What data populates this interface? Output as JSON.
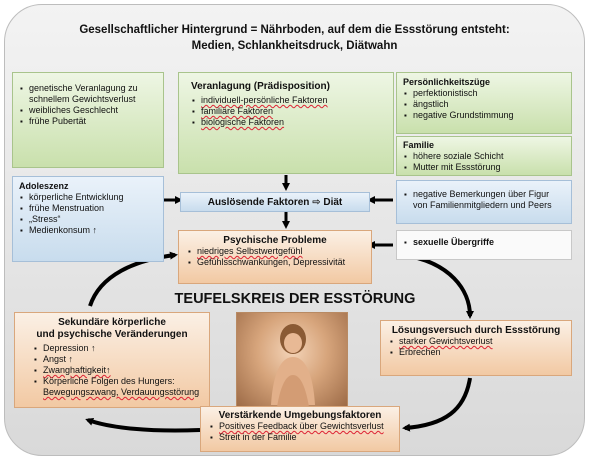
{
  "header": {
    "line1": "Gesellschaftlicher Hintergrund = Nährboden, auf dem die Essstörung entsteht:",
    "line2": "Medien, Schlankheitsdruck, Diätwahn"
  },
  "left_green": {
    "items": [
      "genetische Veranlagung zu schnellem Gewichtsverlust",
      "weibliches Geschlecht",
      "frühe Pubertät"
    ]
  },
  "veranlagung": {
    "title": "Veranlagung (Prädisposition)",
    "items": [
      "individuell-persönliche Faktoren",
      "familiäre Faktoren",
      "biologische Faktoren"
    ]
  },
  "persoenlichkeit": {
    "title": "Persönlichkeitszüge",
    "items": [
      "perfektionistisch",
      "ängstlich",
      "negative Grundstimmung"
    ]
  },
  "familie": {
    "title": "Familie",
    "items": [
      "höhere soziale Schicht",
      "Mutter mit Essstörung"
    ]
  },
  "adoleszenz": {
    "title": "Adoleszenz",
    "items": [
      "körperliche Entwicklung",
      "frühe Menstruation",
      "„Stress“",
      "Medienkonsum ↑"
    ]
  },
  "ausloesend": {
    "label": "Auslösende Faktoren",
    "arrow": "⇨",
    "target": "Diät"
  },
  "negative_bemerkungen": {
    "items": [
      "negative Bemerkungen über Figur von Familienmitgliedern und Peers"
    ]
  },
  "sexuelle": {
    "items": [
      "sexuelle Übergriffe"
    ]
  },
  "psychische": {
    "title": "Psychische Probleme",
    "items": [
      "niedriges Selbstwertgefühl",
      "Gefühlsschwankungen, Depressivität"
    ]
  },
  "teufelskreis": {
    "title": "TEUFELSKREIS DER ESSTÖRUNG"
  },
  "sekundaer": {
    "title1": "Sekundäre körperliche",
    "title2": "und psychische Veränderungen",
    "items": [
      "Depression ↑",
      "Angst ↑",
      "Zwanghaftigkeit↑",
      "Körperliche Folgen des Hungers:"
    ],
    "last_line": "Bewegungszwang, Verdauungsstörung"
  },
  "loesungsversuch": {
    "title": "Lösungsversuch durch Essstörung",
    "items": [
      "starker Gewichtsverlust",
      "Erbrechen"
    ]
  },
  "verstaerkende": {
    "title": "Verstärkende Umgebungsfaktoren",
    "items": [
      "Positives Feedback über Gewichtsverlust",
      "Streit in der Familie"
    ]
  },
  "colors": {
    "green": "#c9e0ac",
    "blue": "#c8dced",
    "orange": "#f2c9a3",
    "frame": "#e3e3e3",
    "arrow": "#000000"
  }
}
